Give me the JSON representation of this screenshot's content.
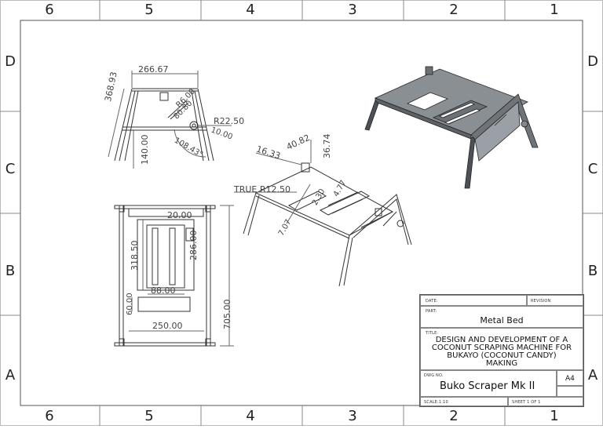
{
  "border": {
    "columns": [
      "6",
      "5",
      "4",
      "3",
      "2",
      "1"
    ],
    "rows": [
      "D",
      "C",
      "B",
      "A"
    ]
  },
  "dimensions": {
    "front_width": "266.67",
    "front_height": "368.93",
    "r6": "R6.00",
    "d80": "80.80",
    "r22": "R22.50",
    "d10": "10.00",
    "angle": "108.43°",
    "d140": "140.00",
    "d16": "16.33",
    "d40": "40.82",
    "d36": "36.74",
    "true_r": "TRUE R12.50",
    "d7": "7.07",
    "d2": "2.30",
    "d4": "4.77",
    "d20": "20.00",
    "d286": "286.00",
    "d318": "318.50",
    "d88": "88.00",
    "d60": "60.00",
    "d250": "250.00",
    "d705": "705.00"
  },
  "title_block": {
    "date_label": "DATE:",
    "revision_label": "REVISION",
    "part_label": "PART:",
    "part_name": "Metal Bed",
    "title_label": "TITLE:",
    "title_lines": [
      "DESIGN AND DEVELOPMENT OF A",
      "COCONUT SCRAPING MACHINE FOR",
      "BUKAYO (COCONUT CANDY)",
      "MAKING"
    ],
    "dwg_label": "DWG NO.",
    "dwg_no": "Buko Scraper Mk II",
    "size": "A4",
    "scale": "SCALE:1:10",
    "sheet": "SHEET 1 OF 1"
  }
}
